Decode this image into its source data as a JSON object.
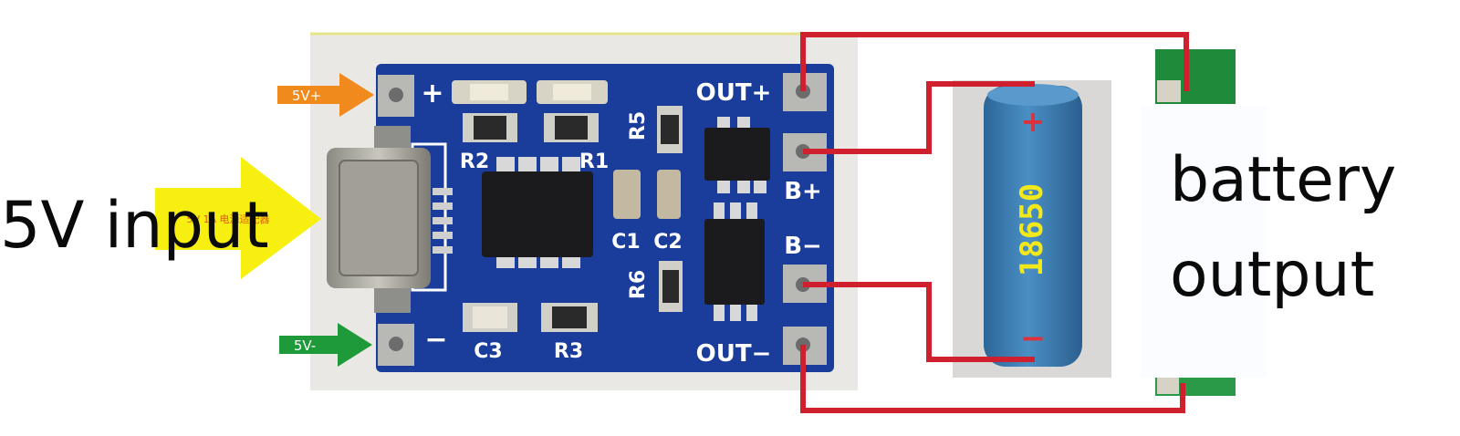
{
  "labels": {
    "input_main": "5V input",
    "input_positive": "5V+",
    "input_negative": "5V-",
    "arrow_text": "5V 1A 电源适配器",
    "output_line1": "battery",
    "output_line2": "output"
  },
  "board": {
    "plus_sign": "+",
    "minus_sign": "−",
    "pads": [
      "OUT+",
      "B+",
      "B−",
      "OUT−"
    ],
    "components": [
      "R2",
      "R1",
      "R5",
      "C1",
      "C2",
      "R6",
      "C3",
      "R3"
    ]
  },
  "battery": {
    "model": "18650",
    "positive": "+",
    "negative": "−"
  },
  "colors": {
    "board": "#1a3c9a",
    "wire": "#d0202e",
    "battery": "#3d7fb5",
    "battery_text": "#f3e91a",
    "arrow_yellow": "#f7ef10",
    "arrow_orange": "#f08a1c",
    "arrow_green": "#1f9a3a"
  }
}
